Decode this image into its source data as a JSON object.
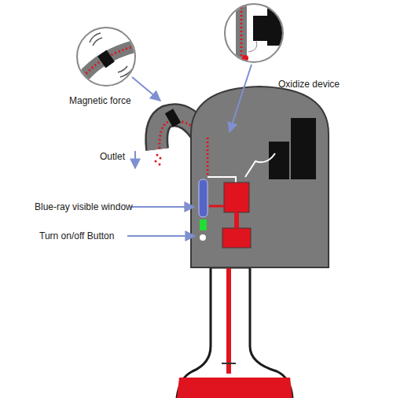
{
  "diagram": {
    "labels": [
      "Magnetic force",
      "Oxidize device",
      "Outlet",
      "Blue-ray visible window",
      "Turn on/off Button"
    ]
  }
}
